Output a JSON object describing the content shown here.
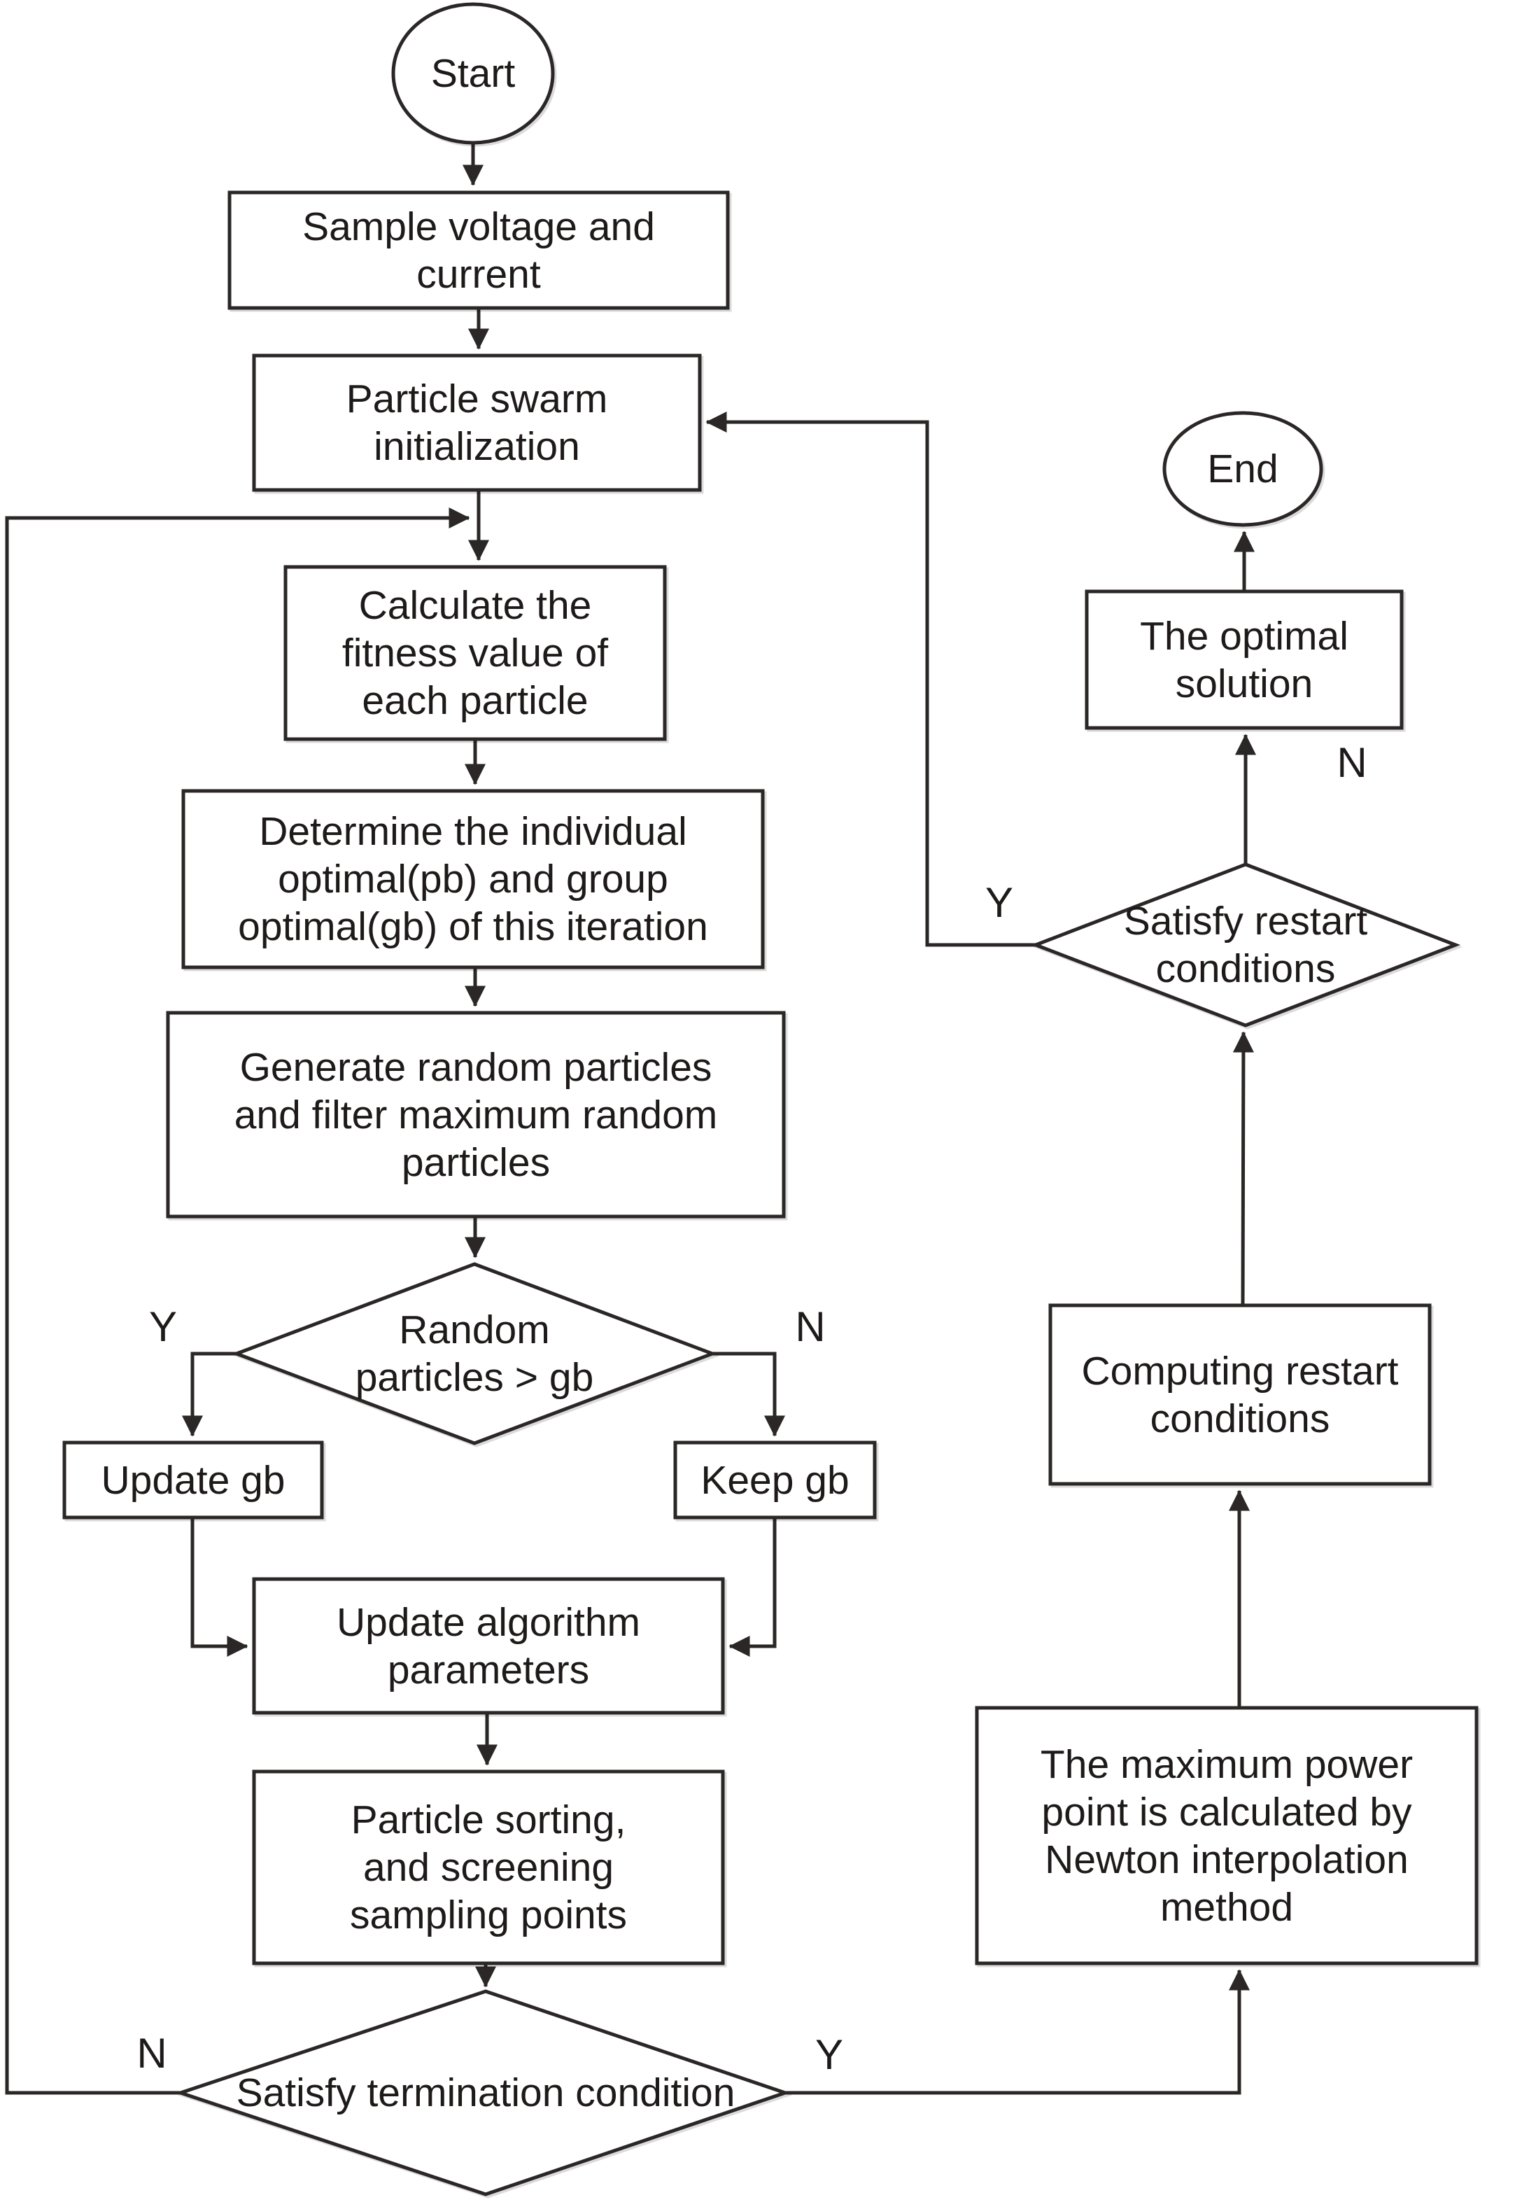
{
  "figure": {
    "background_color": "#ffffff",
    "stroke_color": "#2a2726",
    "text_color": "#1d1a19"
  },
  "nodes": {
    "start": {
      "label": "Start",
      "shape": "ellipse"
    },
    "sample": {
      "label": "Sample voltage and\ncurrent",
      "shape": "rect"
    },
    "init": {
      "label": "Particle swarm\ninitialization",
      "shape": "rect"
    },
    "fitness": {
      "label": "Calculate the\nfitness value of\neach particle",
      "shape": "rect"
    },
    "determine": {
      "label": "Determine the individual\noptimal(pb) and group\noptimal(gb) of this iteration",
      "shape": "rect"
    },
    "generate": {
      "label": "Generate random particles\nand filter maximum random\nparticles",
      "shape": "rect"
    },
    "random_decision": {
      "label": "Random\nparticles > gb",
      "shape": "diamond"
    },
    "update_gb": {
      "label": "Update gb",
      "shape": "rect"
    },
    "keep_gb": {
      "label": "Keep gb",
      "shape": "rect"
    },
    "update_params": {
      "label": "Update algorithm\nparameters",
      "shape": "rect"
    },
    "sorting": {
      "label": "Particle sorting,\nand screening\nsampling points",
      "shape": "rect"
    },
    "termination_decision": {
      "label": "Satisfy termination condition",
      "shape": "diamond"
    },
    "optimal": {
      "label": "The optimal\nsolution",
      "shape": "rect"
    },
    "end": {
      "label": "End",
      "shape": "ellipse"
    },
    "restart_decision": {
      "label": "Satisfy restart\nconditions",
      "shape": "diamond"
    },
    "computing": {
      "label": "Computing restart\nconditions",
      "shape": "rect"
    },
    "newton": {
      "label": "The maximum power\npoint is calculated by\nNewton interpolation\nmethod",
      "shape": "rect"
    }
  },
  "branch_labels": {
    "random_yes": "Y",
    "random_no": "N",
    "termination_no": "N",
    "termination_yes": "Y",
    "restart_yes": "Y",
    "restart_no": "N"
  }
}
